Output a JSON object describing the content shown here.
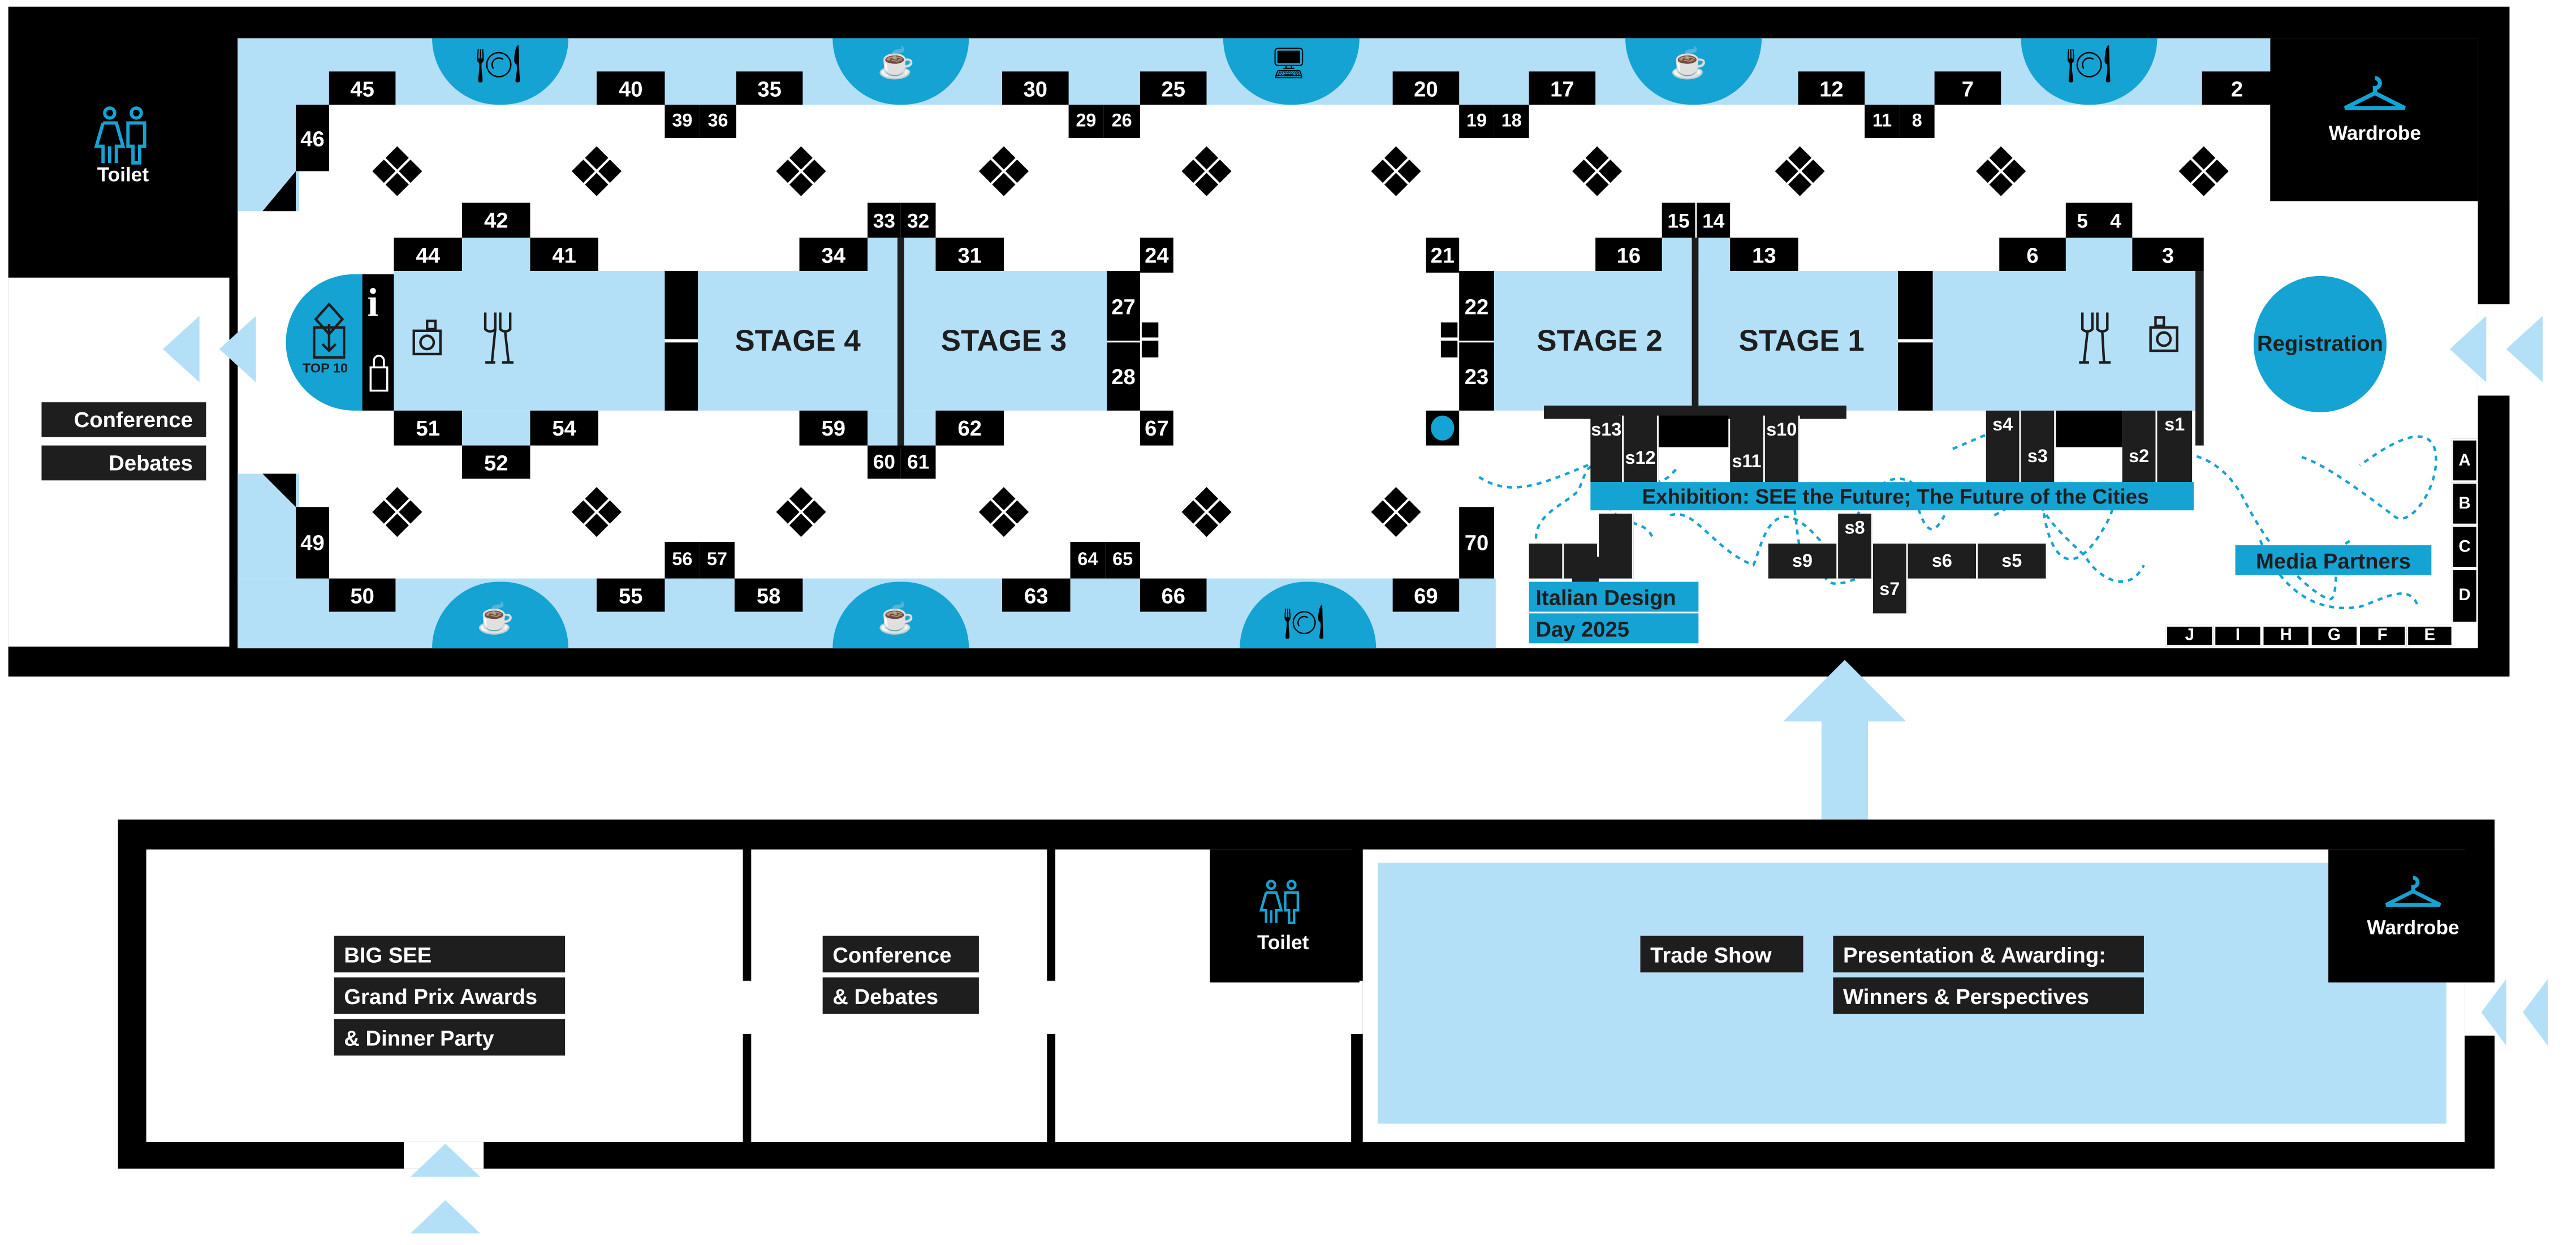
{
  "colors": {
    "wall": "#000000",
    "light_blue": "#b3e0f6",
    "accent_blue": "#15a3d3",
    "label_dark": "#1e1e1e",
    "text_white": "#ffffff"
  },
  "upper_hall": {
    "toilet_label": "Toilet",
    "wardrobe_label": "Wardrobe",
    "registration_label": "Registration",
    "info_glyph": "i",
    "top10_label": "TOP 10",
    "stages": [
      "STAGE 4",
      "STAGE 3",
      "STAGE 2",
      "STAGE 1"
    ],
    "side_tags": [
      "Conference",
      "Debates"
    ],
    "exhibition_label": "Exhibition: SEE the Future; The Future of the Cities",
    "italian_design": [
      "Italian Design",
      "Day 2025"
    ],
    "media_partners": "Media Partners",
    "grid_rows": [
      "A",
      "B",
      "C",
      "D"
    ],
    "grid_cols": [
      "J",
      "I",
      "H",
      "G",
      "F",
      "E"
    ],
    "booths": {
      "top_row": [
        "45",
        "40",
        "35",
        "30",
        "25",
        "20",
        "17",
        "12",
        "7",
        "2"
      ],
      "top_inner": [
        "39",
        "36",
        "29",
        "26",
        "19",
        "18",
        "11",
        "8"
      ],
      "left_side": [
        "46",
        "49"
      ],
      "cluster_left_top": [
        "42",
        "44",
        "41"
      ],
      "cluster_left_bottom": [
        "51",
        "52",
        "54"
      ],
      "stage43_top": [
        "34",
        "33",
        "32",
        "31",
        "24",
        "27"
      ],
      "stage43_bottom": [
        "59",
        "60",
        "61",
        "62",
        "67",
        "28"
      ],
      "stage21_top": [
        "21",
        "22",
        "16",
        "15",
        "14",
        "13"
      ],
      "stage21_bottom": [
        "23"
      ],
      "right_cluster": [
        "6",
        "5",
        "4",
        "3"
      ],
      "bottom_row": [
        "50",
        "55",
        "58",
        "63",
        "66",
        "69"
      ],
      "bottom_inner": [
        "56",
        "57",
        "64",
        "65"
      ],
      "right_side": [
        "70"
      ],
      "special": [
        "s1",
        "s2",
        "s3",
        "s4",
        "s5",
        "s6",
        "s7",
        "s8",
        "s9",
        "s10",
        "s11",
        "s12",
        "s13"
      ]
    },
    "amenity_icons_top": [
      "dining-icon",
      "cafe-icon",
      "cafe-icon",
      "screen-icon",
      "cafe-icon",
      "dining-icon"
    ],
    "amenity_icons_bottom": [
      "cafe-icon",
      "cafe-icon",
      "dining-icon"
    ]
  },
  "lower_hall": {
    "big_see": [
      "BIG SEE",
      "Grand Prix Awards",
      "& Dinner Party"
    ],
    "conference": [
      "Conference",
      "& Debates"
    ],
    "toilet_label": "Toilet",
    "trade_show": "Trade Show",
    "presentation": [
      "Presentation & Awarding:",
      "Winners & Perspectives"
    ],
    "wardrobe_label": "Wardrobe"
  }
}
